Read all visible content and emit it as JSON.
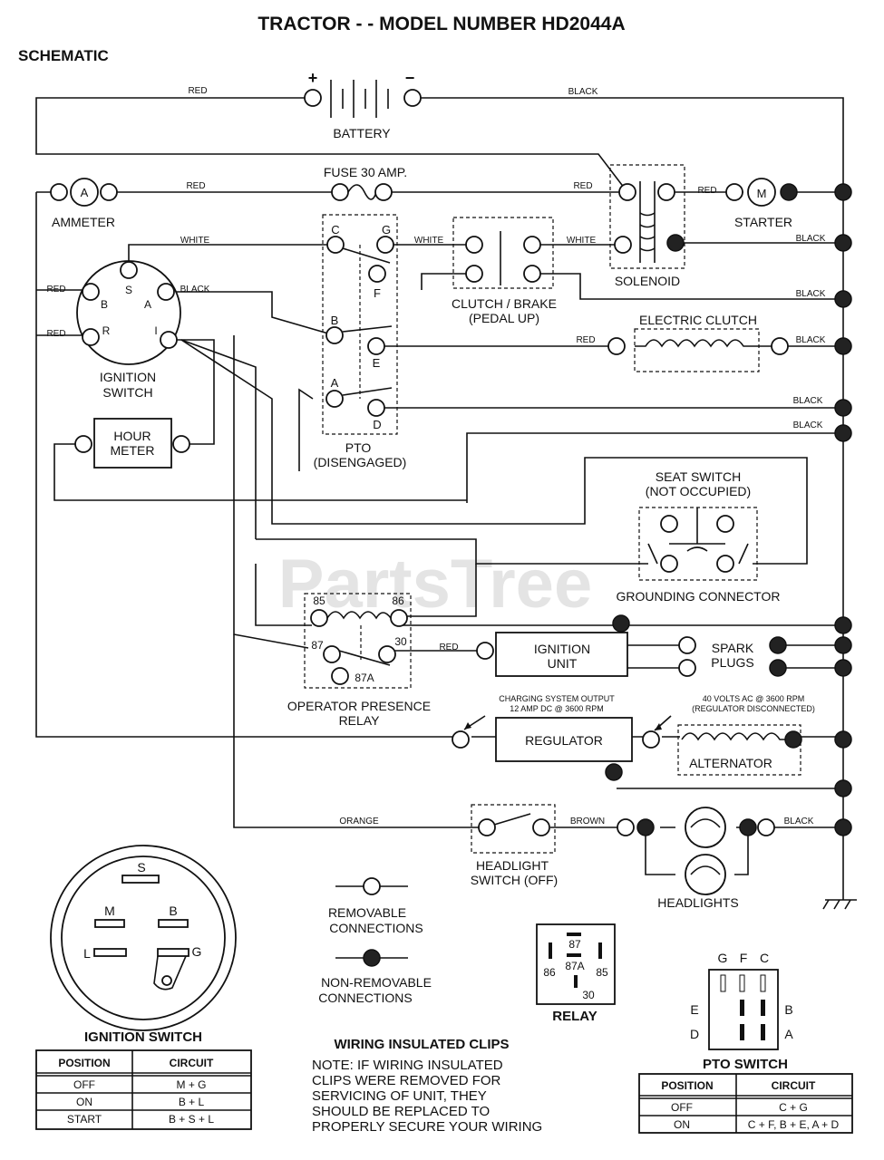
{
  "title": "TRACTOR - - MODEL NUMBER HD2044A",
  "subtitle": "SCHEMATIC",
  "watermark": "PartsTree",
  "components": {
    "battery": "BATTERY",
    "plus": "+",
    "minus": "−",
    "fuse": "FUSE 30 AMP.",
    "ammeter": "AMMETER",
    "ammeter_letter": "A",
    "starter": "STARTER",
    "starter_letter": "M",
    "solenoid": "SOLENOID",
    "clutch_brake_1": "CLUTCH / BRAKE",
    "clutch_brake_2": "(PEDAL UP)",
    "electric_clutch": "ELECTRIC CLUTCH",
    "ignition_switch_1": "IGNITION",
    "ignition_switch_2": "SWITCH",
    "hour_meter_1": "HOUR",
    "hour_meter_2": "METER",
    "pto_1": "PTO",
    "pto_2": "(DISENGAGED)",
    "seat_switch_1": "SEAT SWITCH",
    "seat_switch_2": "(NOT OCCUPIED)",
    "grounding_connector": "GROUNDING CONNECTOR",
    "ignition_unit_1": "IGNITION",
    "ignition_unit_2": "UNIT",
    "spark_plugs_1": "SPARK",
    "spark_plugs_2": "PLUGS",
    "opr_1": "OPERATOR PRESENCE",
    "opr_2": "RELAY",
    "charging_1": "CHARGING SYSTEM OUTPUT",
    "charging_2": "12 AMP DC @ 3600 RPM",
    "alt_note_1": "40 VOLTS AC @ 3600 RPM",
    "alt_note_2": "(REGULATOR DISCONNECTED)",
    "regulator": "REGULATOR",
    "alternator": "ALTERNATOR",
    "headlight_switch_1": "HEADLIGHT",
    "headlight_switch_2": "SWITCH (OFF)",
    "headlights": "HEADLIGHTS"
  },
  "terminals": {
    "ign": [
      "S",
      "B",
      "A",
      "R",
      "I"
    ],
    "pto": [
      "C",
      "G",
      "F",
      "B",
      "E",
      "A",
      "D"
    ],
    "relay": [
      "85",
      "86",
      "87",
      "30",
      "87A"
    ]
  },
  "wires": {
    "red": "RED",
    "black": "BLACK",
    "white": "WHITE",
    "orange": "ORANGE",
    "brown": "BROWN"
  },
  "legend": {
    "removable_1": "REMOVABLE",
    "removable_2": "CONNECTIONS",
    "nonremovable_1": "NON-REMOVABLE",
    "nonremovable_2": "CONNECTIONS"
  },
  "ignition_detail": {
    "title": "IGNITION SWITCH",
    "letters": [
      "S",
      "M",
      "B",
      "L",
      "G"
    ],
    "headers": [
      "POSITION",
      "CIRCUIT"
    ],
    "rows": [
      [
        "OFF",
        "M + G"
      ],
      [
        "ON",
        "B + L"
      ],
      [
        "START",
        "B + S + L"
      ]
    ]
  },
  "relay_detail": {
    "title": "RELAY",
    "pins": [
      "87",
      "87A",
      "86",
      "85",
      "30"
    ]
  },
  "pto_detail": {
    "title": "PTO SWITCH",
    "top": [
      "G",
      "F",
      "C"
    ],
    "left": [
      "E",
      "D"
    ],
    "right": [
      "B",
      "A"
    ],
    "headers": [
      "POSITION",
      "CIRCUIT"
    ],
    "rows": [
      [
        "OFF",
        "C + G"
      ],
      [
        "ON",
        "C + F, B + E, A + D"
      ]
    ]
  },
  "clips": {
    "title": "WIRING INSULATED CLIPS",
    "note": [
      "NOTE: IF WIRING INSULATED",
      "CLIPS WERE REMOVED FOR",
      "SERVICING OF UNIT, THEY",
      "SHOULD BE REPLACED TO",
      "PROPERLY SECURE YOUR WIRING"
    ]
  }
}
